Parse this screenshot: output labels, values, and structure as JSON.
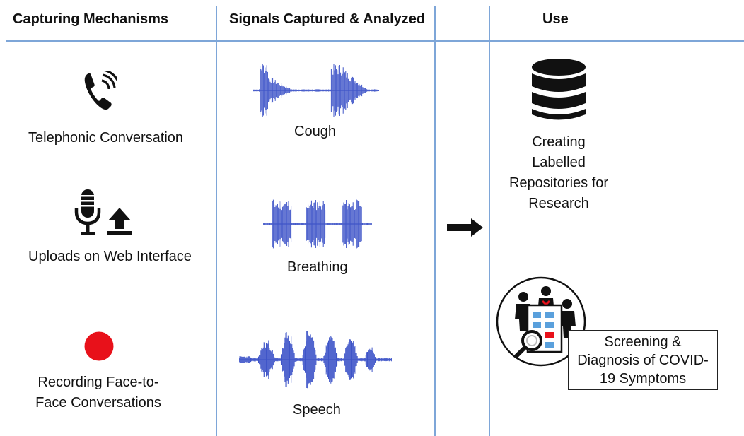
{
  "columns": {
    "capturing": {
      "header": "Capturing Mechanisms"
    },
    "signals": {
      "header": "Signals Captured & Analyzed"
    },
    "use": {
      "header": "Use"
    }
  },
  "capturing_items": [
    {
      "label": "Telephonic Conversation",
      "icon": "phone-icon"
    },
    {
      "label": "Uploads on Web Interface",
      "icon": "microphone-upload-icon"
    },
    {
      "label_lines": [
        "Recording Face-to-",
        "Face Conversations"
      ],
      "icon": "record-dot-icon"
    }
  ],
  "signal_items": [
    {
      "label": "Cough",
      "icon": "cough-waveform"
    },
    {
      "label": "Breathing",
      "icon": "breathing-waveform"
    },
    {
      "label": "Speech",
      "icon": "speech-waveform"
    }
  ],
  "use_items": [
    {
      "label_lines": [
        "Creating",
        "Labelled",
        "Repositories for",
        "Research"
      ],
      "icon": "database-icon"
    },
    {
      "label_lines": [
        "Screening &",
        "Diagnosis of COVID-",
        "19 Symptoms"
      ],
      "icon": "screening-icon"
    }
  ],
  "colors": {
    "divider": "#7ea6d8",
    "waveform": "#3f55c8",
    "record": "#e8111a",
    "accent_blue": "#5aa0dc"
  }
}
